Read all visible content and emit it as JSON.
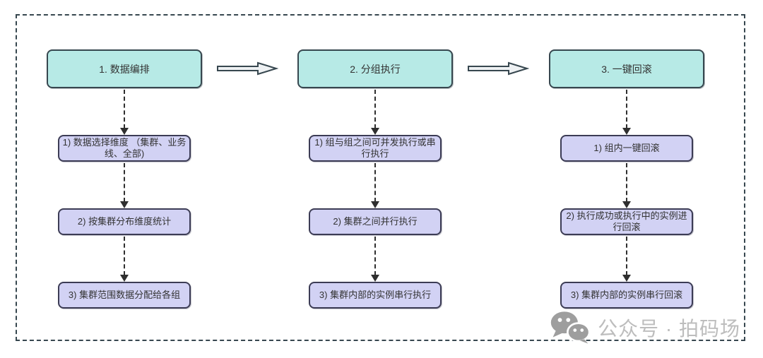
{
  "colors": {
    "outline": "#37474f",
    "header_fill": "#b7eae6",
    "step_fill": "#d2d2f4",
    "step_outline": "#3c3c55",
    "connector": "#2f2f2f",
    "arrow_fill": "#eef1f3",
    "watermark": "#bdbdbd"
  },
  "columns": [
    {
      "header": "1. 数据编排",
      "steps": [
        "1) 数据选择维度 （集群、业务线、全部)",
        "2) 按集群分布维度统计",
        "3) 集群范围数据分配给各组"
      ]
    },
    {
      "header": "2. 分组执行",
      "steps": [
        "1) 组与组之间可并发执行或串行执行",
        "2) 集群之间并行执行",
        "3) 集群内部的实例串行执行"
      ]
    },
    {
      "header": "3. 一键回滚",
      "steps": [
        "1) 组内一键回滚",
        "2) 执行成功或执行中的实例进行回滚",
        "3) 集群内部的实例串行回滚"
      ]
    }
  ],
  "watermark": {
    "icon": "wechat-chat-bubbles",
    "text": "公众号 · 拍码场"
  }
}
